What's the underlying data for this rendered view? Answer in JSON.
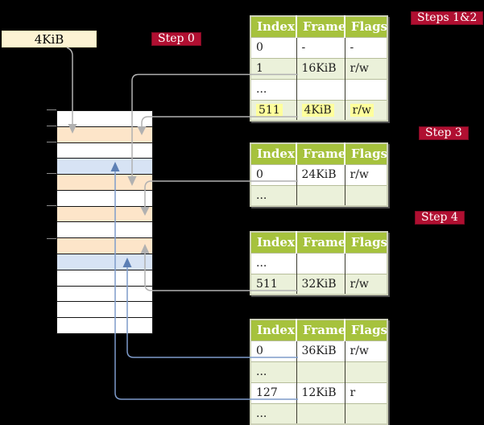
{
  "labels": {
    "page_box": "4KiB"
  },
  "badges": {
    "step0": "Step 0",
    "steps12": "Steps 1&2",
    "step3": "Step 3",
    "step4": "Step 4"
  },
  "memory_rows": [
    "white",
    "orange",
    "white",
    "blue",
    "orange",
    "white",
    "orange",
    "white",
    "orange",
    "blue",
    "white",
    "white",
    "white",
    "white"
  ],
  "tables": [
    {
      "name": "page-table-steps-1-2",
      "headers": [
        "Index",
        "Frame",
        "Flags"
      ],
      "rows": [
        {
          "cells": [
            "0",
            "-",
            "-"
          ]
        },
        {
          "cells": [
            "1",
            "16KiB",
            "r/w"
          ]
        },
        {
          "cells": [
            "...",
            "",
            ""
          ]
        },
        {
          "cells": [
            "511",
            "4KiB",
            "r/w"
          ],
          "highlight": true
        }
      ]
    },
    {
      "name": "page-table-step-3",
      "headers": [
        "Index",
        "Frame",
        "Flags"
      ],
      "rows": [
        {
          "cells": [
            "0",
            "24KiB",
            "r/w"
          ]
        },
        {
          "cells": [
            "...",
            "",
            ""
          ]
        }
      ]
    },
    {
      "name": "page-table-step-4",
      "headers": [
        "Index",
        "Frame",
        "Flags"
      ],
      "rows": [
        {
          "cells": [
            "...",
            "",
            ""
          ]
        },
        {
          "cells": [
            "511",
            "32KiB",
            "r/w"
          ]
        }
      ]
    },
    {
      "name": "page-table-final",
      "headers": [
        "Index",
        "Frame",
        "Flags"
      ],
      "rows": [
        {
          "cells": [
            "0",
            "36KiB",
            "r/w"
          ]
        },
        {
          "cells": [
            "...",
            "",
            ""
          ]
        },
        {
          "cells": [
            "127",
            "12KiB",
            "r"
          ]
        },
        {
          "cells": [
            "...",
            "",
            ""
          ]
        }
      ]
    }
  ],
  "colors": {
    "background": "#000000",
    "badge-bg": "#b00f31",
    "badge-border": "#7d0a23",
    "badge-text": "#ffffff",
    "box-bg": "#fdf3d3",
    "box-text": "#000000",
    "header-bg": "#a6c23d",
    "header-text": "#ffffff",
    "row-shaded": "#ebf1da",
    "row-plain": "#ffffff",
    "cell-text": "#1c1c1c",
    "highlight": "#ffff9c",
    "mem-white": "#ffffff",
    "mem-orange": "#fde5c9",
    "mem-blue": "#d7e3f4",
    "line-gray": "#b1b1b1",
    "line-blue": "#7e9bca",
    "arrow-blue": "#5c7fb4",
    "table-border": "#cdd1b8",
    "table-shadow": "#4d4d4d",
    "tick": "#8c8c8c"
  }
}
